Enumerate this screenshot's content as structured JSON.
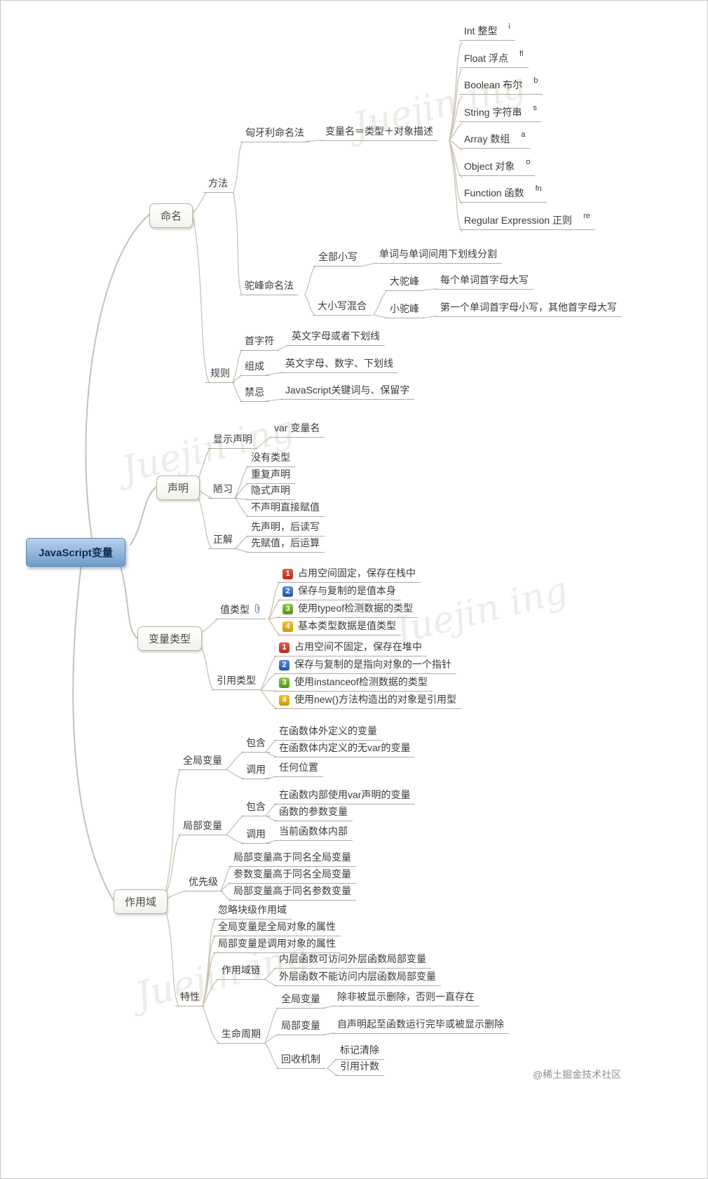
{
  "root": {
    "label": "JavaScript变量"
  },
  "bg_watermark": "Juejin ing",
  "credit": "@稀土掘金技术社区",
  "naming": {
    "label": "命名",
    "method": {
      "label": "方法",
      "hungarian": {
        "label": "匈牙利命名法",
        "formula": "变量名＝类型＋对象描述",
        "types": [
          {
            "name": "Int 整型",
            "prefix": "i"
          },
          {
            "name": "Float 浮点",
            "prefix": "fl"
          },
          {
            "name": "Boolean 布尔",
            "prefix": "b"
          },
          {
            "name": "String 字符串",
            "prefix": "s"
          },
          {
            "name": "Array 数组",
            "prefix": "a"
          },
          {
            "name": "Object 对象",
            "prefix": "o"
          },
          {
            "name": "Function 函数",
            "prefix": "fn"
          },
          {
            "name": "Regular Expression 正则",
            "prefix": "re"
          }
        ]
      },
      "camel": {
        "label": "驼峰命名法",
        "all_lower": {
          "label": "全部小写",
          "desc": "单词与单词间用下划线分割"
        },
        "mixed_case": {
          "label": "大小写混合",
          "upper": {
            "label": "大驼峰",
            "desc": "每个单词首字母大写"
          },
          "lower": {
            "label": "小驼峰",
            "desc": "第一个单词首字母小写，其他首字母大写"
          }
        }
      }
    },
    "rules": {
      "label": "规则",
      "first_char": {
        "label": "首字符",
        "desc": "英文字母或者下划线"
      },
      "composition": {
        "label": "组成",
        "desc": "英文字母、数字、下划线"
      },
      "taboo": {
        "label": "禁忌",
        "desc": "JavaScript关键词与、保留字"
      }
    }
  },
  "declaration": {
    "label": "声明",
    "explicit": {
      "label": "显示声明",
      "desc": "var 变量名"
    },
    "bad_habits": {
      "label": "陋习",
      "items": [
        "没有类型",
        "重复声明",
        "隐式声明",
        "不声明直接赋值"
      ]
    },
    "correct": {
      "label": "正解",
      "items": [
        "先声明，后读写",
        "先赋值，后运算"
      ]
    }
  },
  "variable_types": {
    "label": "变量类型",
    "value_type": {
      "label": "值类型",
      "items": [
        {
          "num": "1",
          "text": "占用空间固定，保存在栈中"
        },
        {
          "num": "2",
          "text": "保存与复制的是值本身"
        },
        {
          "num": "3",
          "text": "使用typeof检测数据的类型"
        },
        {
          "num": "4",
          "text": "基本类型数据是值类型"
        }
      ]
    },
    "reference_type": {
      "label": "引用类型",
      "items": [
        {
          "num": "1",
          "text": "占用空间不固定，保存在堆中"
        },
        {
          "num": "2",
          "text": "保存与复制的是指向对象的一个指针"
        },
        {
          "num": "3",
          "text": "使用instanceof检测数据的类型"
        },
        {
          "num": "4",
          "text": "使用new()方法构造出的对象是引用型"
        }
      ]
    }
  },
  "scope": {
    "label": "作用域",
    "global": {
      "label": "全局变量",
      "contains": {
        "label": "包含",
        "items": [
          "在函数体外定义的变量",
          "在函数体内定义的无var的变量"
        ]
      },
      "call": {
        "label": "调用",
        "desc": "任何位置"
      }
    },
    "local": {
      "label": "局部变量",
      "contains": {
        "label": "包含",
        "items": [
          "在函数内部使用var声明的变量",
          "函数的参数变量"
        ]
      },
      "call": {
        "label": "调用",
        "desc": "当前函数体内部"
      }
    },
    "priority": {
      "label": "优先级",
      "items": [
        "局部变量高于同名全局变量",
        "参数变量高于同名全局变量",
        "局部变量高于同名参数变量"
      ]
    },
    "traits": {
      "label": "特性",
      "items": [
        "忽略块级作用域",
        "全局变量是全局对象的属性",
        "局部变量是调用对象的属性"
      ],
      "scope_chain": {
        "label": "作用域链",
        "items": [
          "内层函数可访问外层函数局部变量",
          "外层函数不能访问内层函数局部变量"
        ]
      },
      "lifecycle": {
        "label": "生命周期",
        "global": {
          "label": "全局变量",
          "desc": "除非被显示删除，否则一直存在"
        },
        "local": {
          "label": "局部变量",
          "desc": "自声明起至函数运行完毕或被显示删除"
        },
        "gc": {
          "label": "回收机制",
          "items": [
            "标记清除",
            "引用计数"
          ]
        }
      }
    }
  }
}
